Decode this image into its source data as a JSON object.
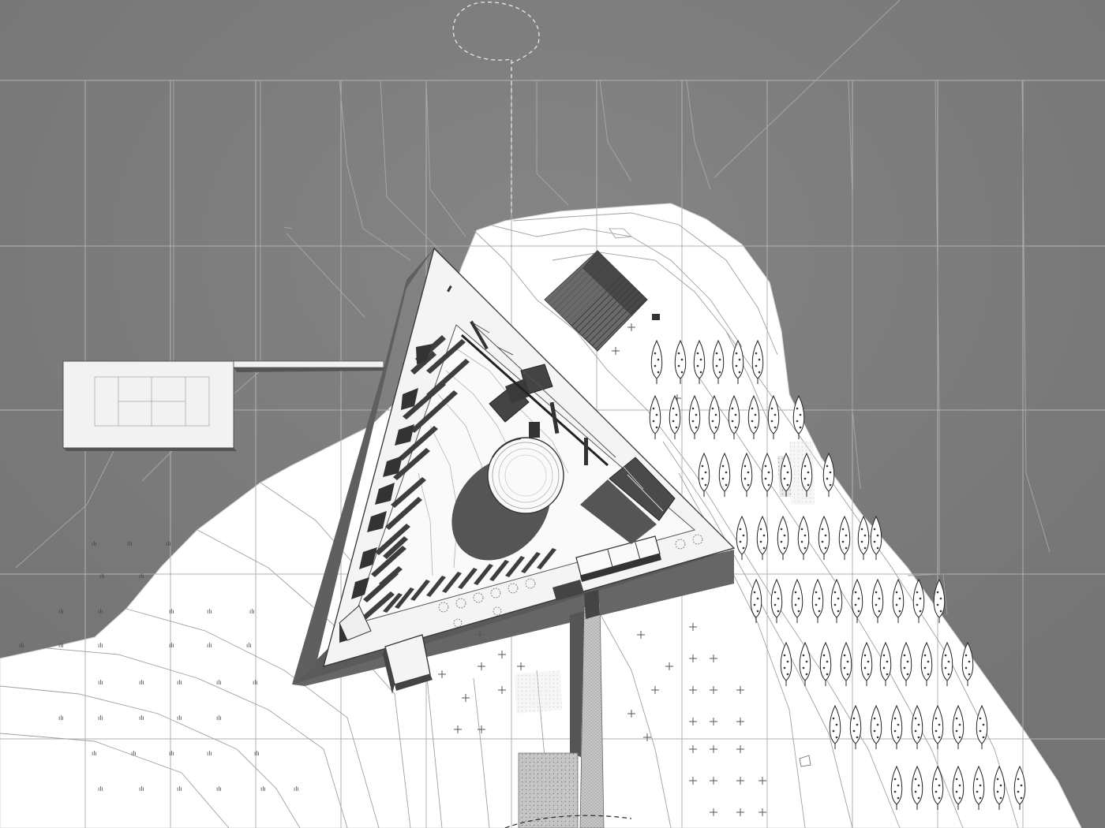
{
  "drawing": {
    "kind": "architectural-site-plan",
    "text_labels": []
  },
  "colors": {
    "sea": "#7d7d7d",
    "sea_dark": "#707070",
    "land": "#ffffff",
    "grid": "#b4b4b4",
    "contour": "#9a9a9a",
    "building_fill": "#f4f4f4",
    "wall_shadow": "#5a5a5a",
    "dark_fill": "#4a4a4a",
    "line": "#2a2a2a"
  },
  "legend_elements": {
    "trees": "cypress-tree",
    "planting": "cross-marker",
    "grass": "grass-tuft-marker"
  }
}
